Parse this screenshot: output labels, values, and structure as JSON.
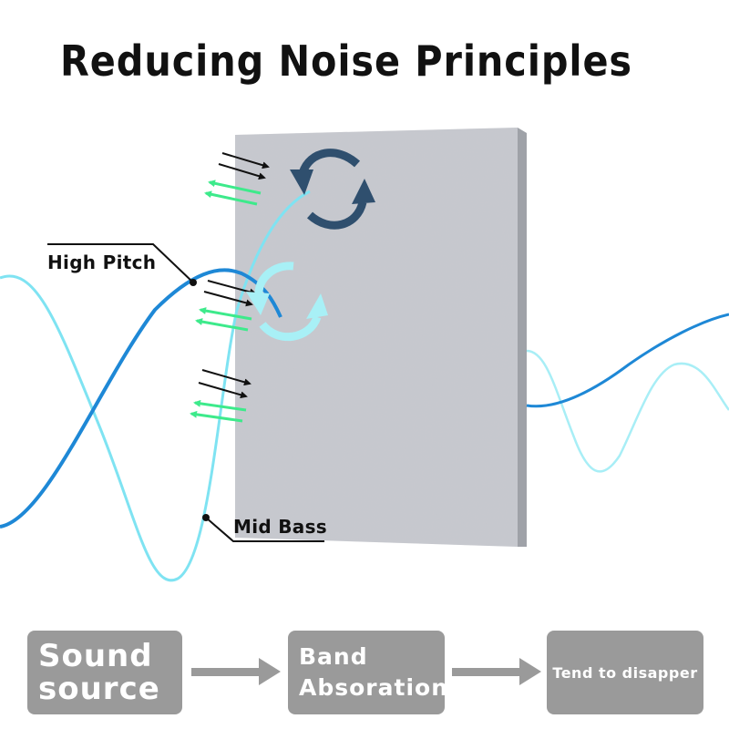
{
  "title": "Reducing Noise Principles",
  "labels": {
    "high_pitch": "High Pitch",
    "mid_bass": "Mid Bass"
  },
  "flow": {
    "steps": [
      {
        "label": "Sound\nsource"
      },
      {
        "label": "Band\nAbsoration"
      },
      {
        "label": "Tend to disapper"
      }
    ]
  },
  "colors": {
    "panel": "#c7c9cf",
    "panel_edge": "#9fa2a8",
    "high_pitch_wave": "#1e88d6",
    "mid_bass_wave": "#7fe3f2",
    "incoming_arrow": "#111111",
    "reflected_arrow": "#3dea8b",
    "rotation_arrow_dark": "#2f4f6e",
    "rotation_arrow_light": "#a8f0f6",
    "flow_box": "#9a9a9a",
    "flow_arrow": "#9a9a9a"
  },
  "icons": {
    "rotation_dark": "circular-arrows-icon",
    "rotation_light": "circular-arrows-icon",
    "flow_arrow": "right-arrow-icon"
  }
}
